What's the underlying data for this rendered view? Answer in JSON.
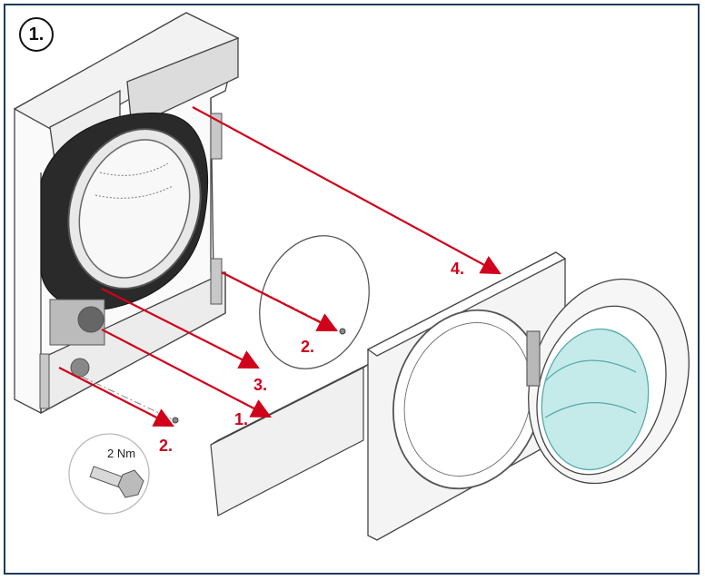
{
  "step_badge": "1.",
  "callouts": {
    "front_panel": "4.",
    "hinge_screw": "2.",
    "door_seal_ring": "3.",
    "kick_plate": "1.",
    "lower_screw": "2."
  },
  "torque_label": "2 Nm",
  "colors": {
    "arrow": "#d0021b",
    "frame": "#1f3a5f",
    "glass": "#9fdcdc"
  }
}
